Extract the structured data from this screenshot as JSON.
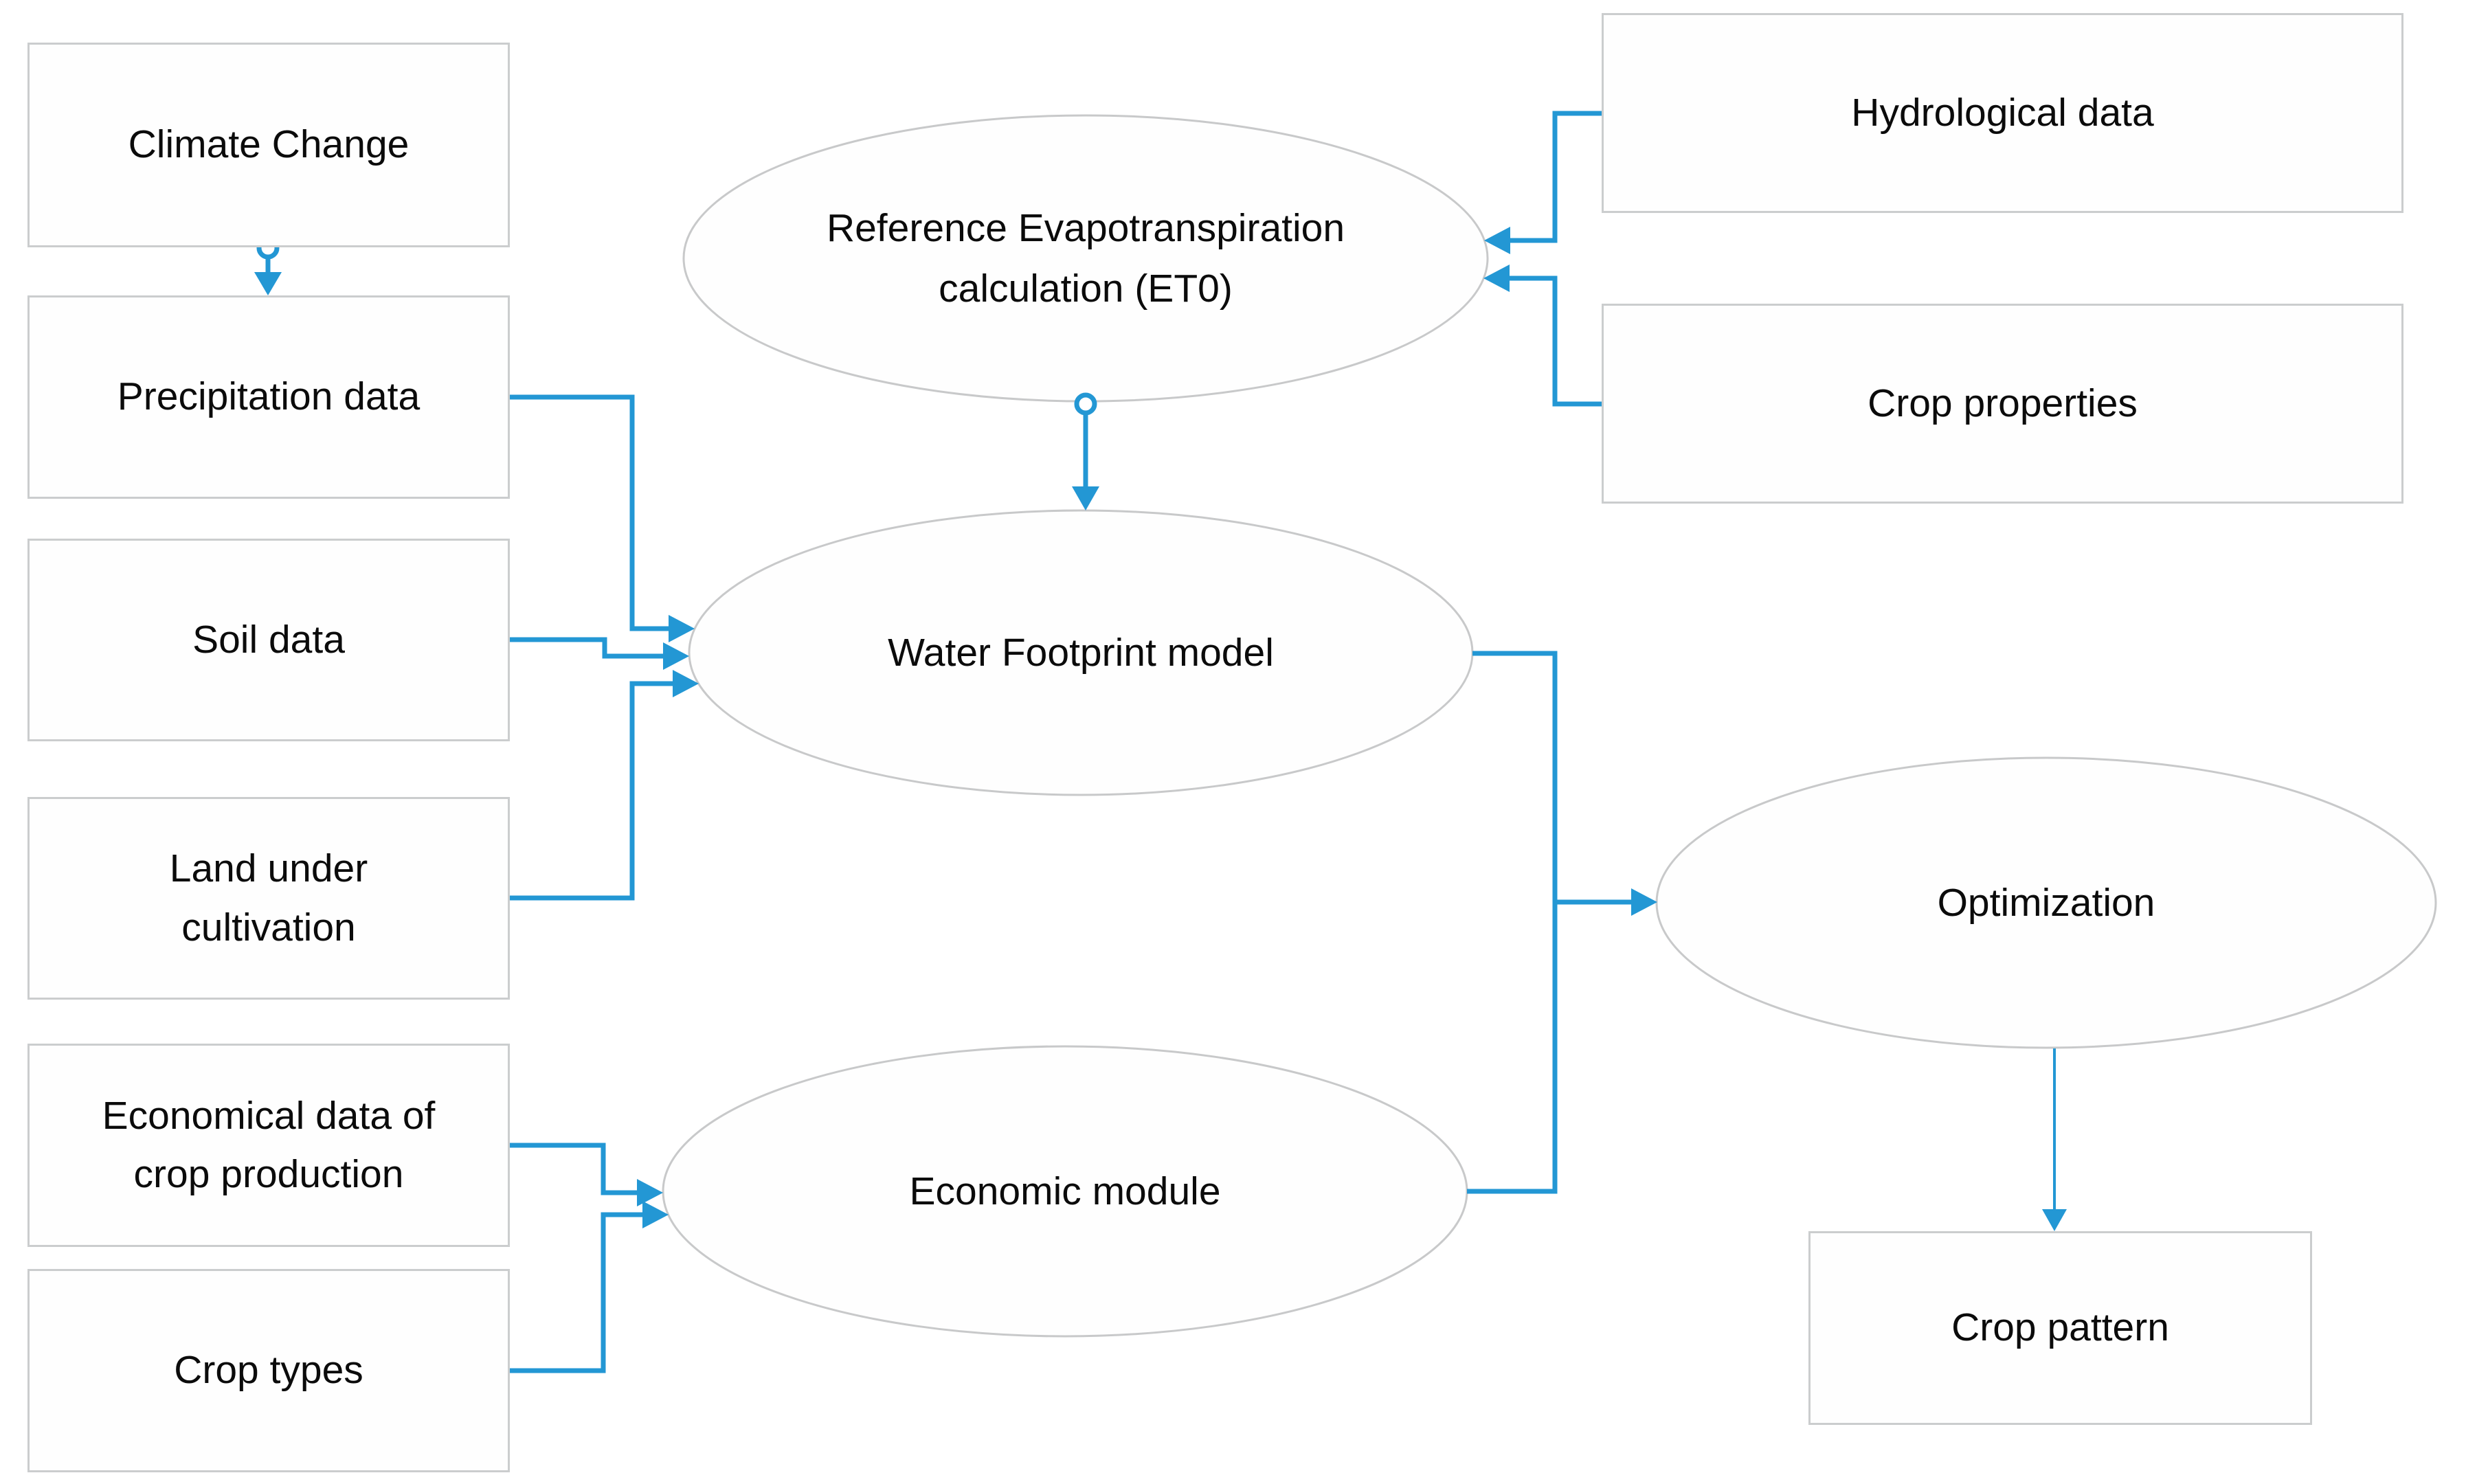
{
  "colors": {
    "connector_blue": "#2397D4",
    "rectangle_border_gray": "#CBCDCE",
    "ellipse_border_gray": "#C8C9CA",
    "shape_fill": "#FEFEFE",
    "text": "#0B0B0B",
    "background": "#FFFFFF"
  },
  "nodes": {
    "climate_change": {
      "label": "Climate Change",
      "shape": "rectangle"
    },
    "precipitation": {
      "label": "Precipitation data",
      "shape": "rectangle"
    },
    "soil": {
      "label": "Soil data",
      "shape": "rectangle"
    },
    "land": {
      "label": "Land under\ncultivation",
      "shape": "rectangle"
    },
    "econ_data": {
      "label": "Economical data of\ncrop production",
      "shape": "rectangle"
    },
    "crop_types": {
      "label": "Crop types",
      "shape": "rectangle"
    },
    "hydrological": {
      "label": "Hydrological data",
      "shape": "rectangle"
    },
    "crop_properties": {
      "label": "Crop properties",
      "shape": "rectangle"
    },
    "et0": {
      "label": "Reference Evapotranspiration\ncalculation (ET0)",
      "shape": "ellipse"
    },
    "wfm": {
      "label": "Water Footprint model",
      "shape": "ellipse"
    },
    "economic_module": {
      "label": "Economic module",
      "shape": "ellipse"
    },
    "optimization": {
      "label": "Optimization",
      "shape": "ellipse"
    },
    "crop_pattern": {
      "label": "Crop pattern",
      "shape": "rectangle"
    }
  },
  "edges": [
    {
      "from": "climate_change",
      "to": "precipitation",
      "start_marker": "circle",
      "end_marker": "arrow"
    },
    {
      "from": "precipitation",
      "to": "wfm",
      "end_marker": "arrow"
    },
    {
      "from": "soil",
      "to": "wfm",
      "end_marker": "arrow"
    },
    {
      "from": "land",
      "to": "wfm",
      "end_marker": "arrow"
    },
    {
      "from": "et0",
      "to": "wfm",
      "start_marker": "circle",
      "end_marker": "arrow"
    },
    {
      "from": "hydrological",
      "to": "et0",
      "end_marker": "arrow"
    },
    {
      "from": "crop_properties",
      "to": "et0",
      "end_marker": "arrow"
    },
    {
      "from": "wfm",
      "to": "optimization",
      "end_marker": "arrow"
    },
    {
      "from": "economic_module",
      "to": "optimization",
      "end_marker": "arrow"
    },
    {
      "from": "econ_data",
      "to": "economic_module",
      "end_marker": "arrow"
    },
    {
      "from": "crop_types",
      "to": "economic_module",
      "end_marker": "arrow"
    },
    {
      "from": "optimization",
      "to": "crop_pattern",
      "end_marker": "arrow"
    }
  ]
}
